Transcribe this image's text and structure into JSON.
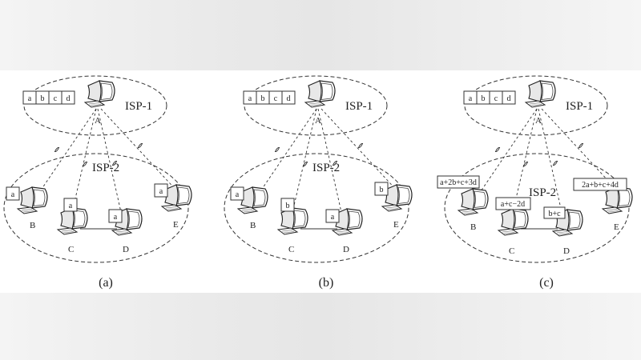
{
  "panels": [
    {
      "id": "a",
      "caption": "(a)",
      "isp1": "ISP-1",
      "isp2": "ISP-2",
      "packets": [
        "a",
        "b",
        "c",
        "d"
      ],
      "nodes": {
        "A": "A",
        "B": "B",
        "C": "C",
        "D": "D",
        "E": "E"
      },
      "node_labels": {
        "B": "a",
        "C": "a",
        "D": "a",
        "E": "a"
      }
    },
    {
      "id": "b",
      "caption": "(b)",
      "isp1": "ISP-1",
      "isp2": "ISP-2",
      "packets": [
        "a",
        "b",
        "c",
        "d"
      ],
      "nodes": {
        "A": "A",
        "B": "B",
        "C": "C",
        "D": "D",
        "E": "E"
      },
      "node_labels": {
        "B": "a",
        "C": "b",
        "D": "a",
        "E": "b"
      }
    },
    {
      "id": "c",
      "caption": "(c)",
      "isp1": "ISP-1",
      "isp2": "ISP-2",
      "packets": [
        "a",
        "b",
        "c",
        "d"
      ],
      "nodes": {
        "A": "A",
        "B": "B",
        "C": "C",
        "D": "D",
        "E": "E"
      },
      "node_labels": {
        "B": "a+2b+c+3d",
        "C": "a+c−2d",
        "D": "b+c",
        "E": "2a+b+c+4d"
      }
    }
  ]
}
